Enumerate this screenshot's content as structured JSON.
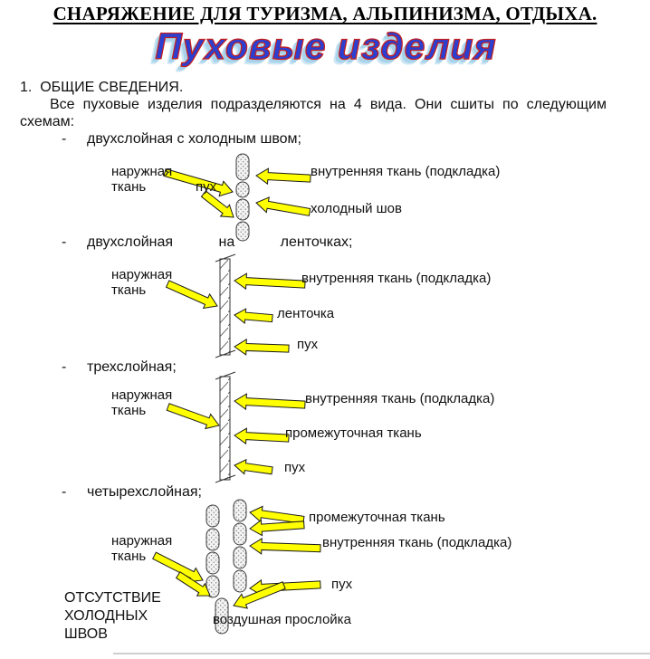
{
  "colors": {
    "arrow_yellow": "#ffff00",
    "title_blue": "#2b3fd1",
    "title_red": "#c41f1f",
    "title_shadow": "#a8d3ea"
  },
  "header": {
    "title": "СНАРЯЖЕНИЕ ДЛЯ ТУРИЗМА, АЛЬПИНИЗМА, ОТДЫХА."
  },
  "wordart": {
    "text": "Пуховые изделия"
  },
  "section": {
    "heading": "1.  ОБЩИЕ СВЕДЕНИЯ.",
    "intro": "Все пуховые изделия подразделяются на 4 вида. Они сшиты по следующим схемам:"
  },
  "list": {
    "dash": "-",
    "items": [
      {
        "label": "двухслойная с холодным швом;"
      },
      {
        "label": "двухслойная на ленточках;"
      },
      {
        "label": "трехслойная;"
      },
      {
        "label": "четырехслойная;"
      }
    ]
  },
  "diagram1": {
    "outer_fabric": "наружная ткань",
    "down": "пух",
    "inner_fabric": "внутренняя ткань (подкладка)",
    "cold_seam": "холодный шов"
  },
  "diagram2": {
    "outer_fabric": "наружная ткань",
    "inner_fabric": "внутренняя ткань (подкладка)",
    "ribbon": "ленточка",
    "down": "пух"
  },
  "diagram3": {
    "outer_fabric": "наружная ткань",
    "inner_fabric": "внутренняя ткань (подкладка)",
    "middle_fabric": "промежуточная ткань",
    "down": "пух"
  },
  "diagram4": {
    "middle_fabric": "промежуточная ткань",
    "inner_fabric": "внутренняя ткань (подкладка)",
    "outer_fabric": "наружная ткань",
    "down": "пух",
    "air_layer": "воздушная прослойка",
    "note": "ОТСУТСТВИЕ ХОЛОДНЫХ ШВОВ"
  }
}
